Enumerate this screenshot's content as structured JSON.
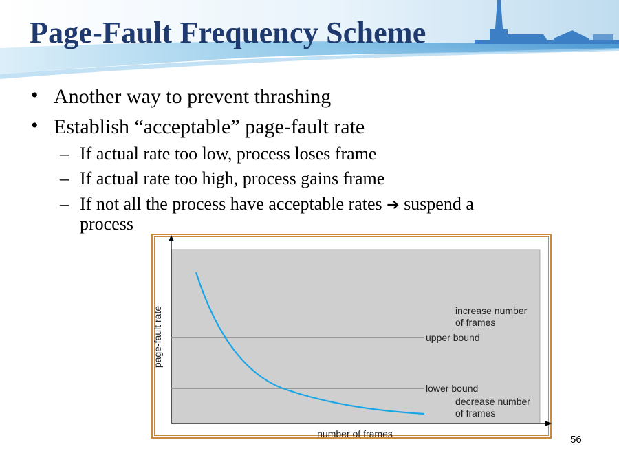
{
  "slide": {
    "title": "Page-Fault Frequency Scheme",
    "page_number": "56"
  },
  "bullets": [
    {
      "text": "Another way to prevent thrashing",
      "sub": []
    },
    {
      "text": "Establish “acceptable” page-fault rate",
      "sub": [
        "If actual rate too low, process loses frame",
        "If actual rate too high, process gains frame"
      ]
    }
  ],
  "last_sub": {
    "before_arrow": "If not all the process have acceptable rates",
    "arrow_icon": "right-arrow",
    "after_arrow": "suspend a",
    "continuation": "process"
  },
  "figure": {
    "ylabel": "page-fault rate",
    "xlabel": "number of frames",
    "upper_bound_label": "upper bound",
    "lower_bound_label": "lower bound",
    "increase_label_line1": "increase number",
    "increase_label_line2": "of frames",
    "decrease_label_line1": "decrease number",
    "decrease_label_line2": "of frames",
    "colors": {
      "plot_bg": "#cfcfcf",
      "curve": "#1aa6e6",
      "bound_lines": "#8a8a8a",
      "frame": "#c98a3e",
      "title": "#1f3a6e"
    }
  }
}
